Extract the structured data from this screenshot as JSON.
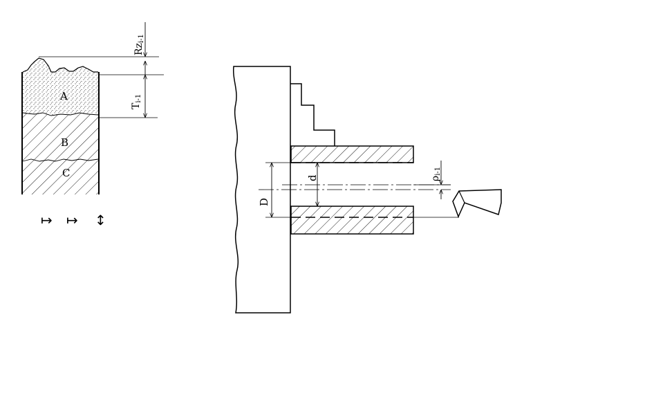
{
  "layers": {
    "a": "A",
    "b": "B",
    "c": "C"
  },
  "dimensions": {
    "rz": {
      "main": "Rz",
      "sub": "i-1"
    },
    "t": {
      "main": "T",
      "sub": "i-1"
    },
    "rho": {
      "main": "ρ",
      "sub": "i-1"
    },
    "d_small": "d",
    "d_large": "D"
  },
  "legend_arrows": [
    "↦",
    "↦",
    "↕"
  ]
}
